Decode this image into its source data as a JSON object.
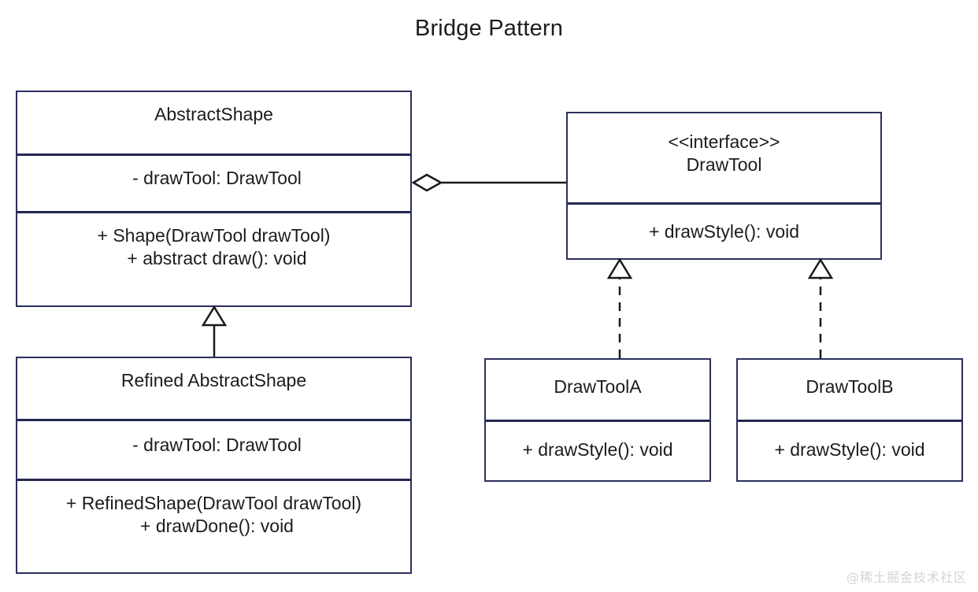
{
  "diagram": {
    "title": "Bridge Pattern",
    "type": "uml-class-diagram",
    "watermark": "@稀土掘金技术社区",
    "colors": {
      "border": "#2b2f5c",
      "divider": "#23274f",
      "connector": "#1a1a1a",
      "background": "#ffffff",
      "text": "#1c1c1c",
      "watermark": "#d4d4d4"
    }
  },
  "classes": {
    "abstract_shape": {
      "name": "AbstractShape",
      "attributes": [
        "-  drawTool: DrawTool"
      ],
      "operations": [
        "+ Shape(DrawTool drawTool)",
        "+  abstract draw(): void"
      ]
    },
    "refined_shape": {
      "name": "Refined AbstractShape",
      "attributes": [
        "-  drawTool: DrawTool"
      ],
      "operations": [
        "+ RefinedShape(DrawTool drawTool)",
        "+  drawDone(): void"
      ]
    },
    "drawtool_interface": {
      "stereotype": "<<interface>>",
      "name": "DrawTool",
      "operations": [
        "+   drawStyle(): void"
      ]
    },
    "drawtool_a": {
      "name": "DrawToolA",
      "operations": [
        "+   drawStyle(): void"
      ]
    },
    "drawtool_b": {
      "name": "DrawToolB",
      "operations": [
        "+   drawStyle(): void"
      ]
    }
  },
  "relationships": [
    {
      "id": "aggregation-abstractshape-drawtool",
      "type": "aggregation",
      "from": "drawtool_interface",
      "to": "abstract_shape",
      "marker": "hollow-diamond"
    },
    {
      "id": "generalization-refinedshape-abstractshape",
      "type": "generalization",
      "from": "refined_shape",
      "to": "abstract_shape",
      "marker": "hollow-triangle",
      "line": "solid"
    },
    {
      "id": "realization-drawtoola-drawtool",
      "type": "realization",
      "from": "drawtool_a",
      "to": "drawtool_interface",
      "marker": "hollow-triangle",
      "line": "dashed"
    },
    {
      "id": "realization-drawtoolb-drawtool",
      "type": "realization",
      "from": "drawtool_b",
      "to": "drawtool_interface",
      "marker": "hollow-triangle",
      "line": "dashed"
    }
  ]
}
